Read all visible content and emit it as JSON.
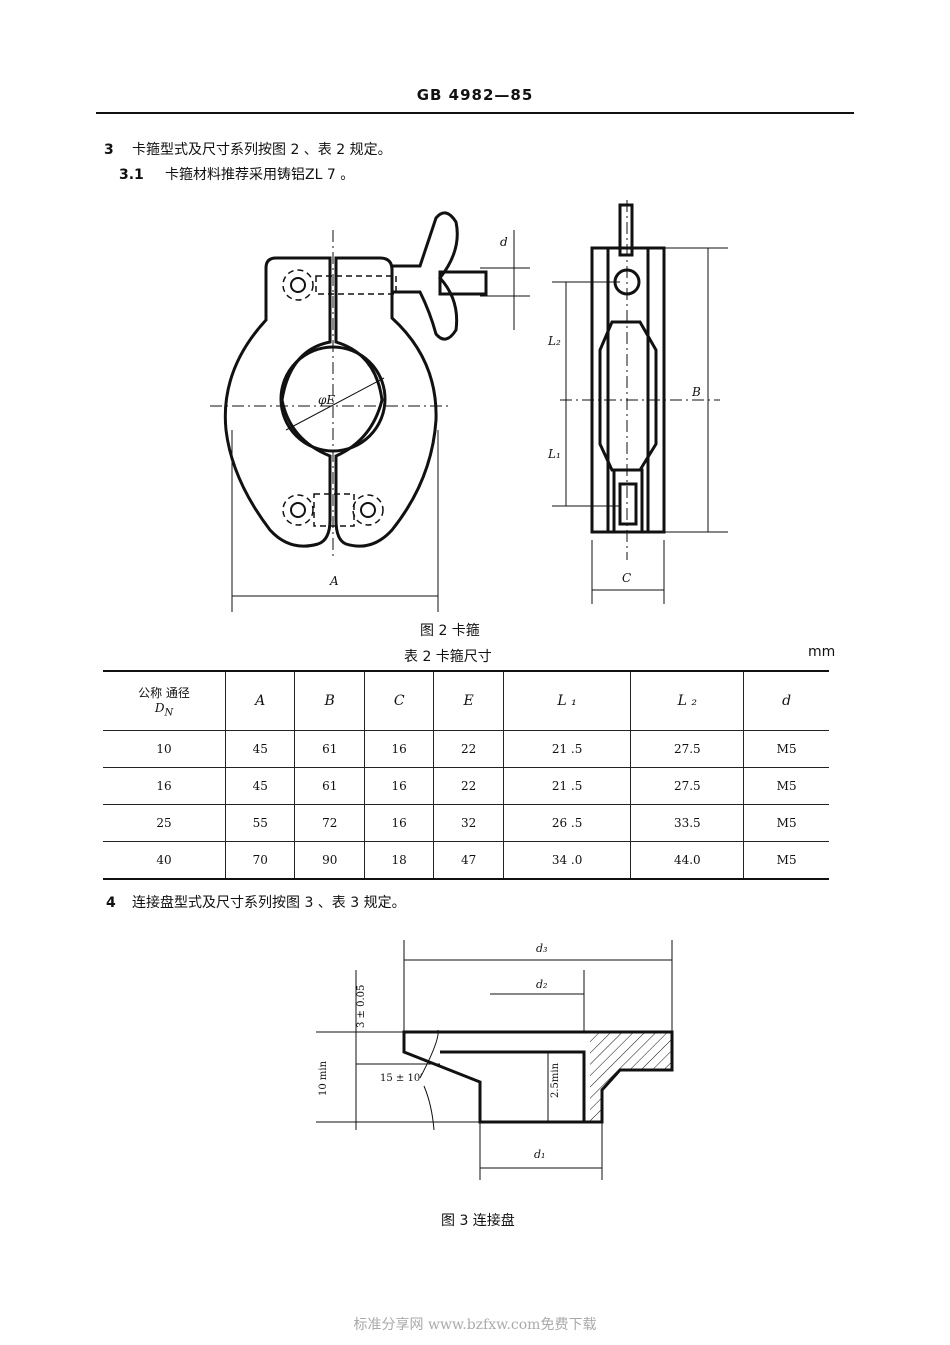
{
  "header": "GB  4982—85",
  "section3": {
    "num": "3",
    "text": "卡箍型式及尺寸系列按图 2 、表 2 规定。"
  },
  "section31": {
    "num": "3.1",
    "text": "卡箍材料推荐采用铸铝ZL 7 。"
  },
  "figure2": {
    "caption": "图 2   卡箍",
    "labels": {
      "phiE": "φE",
      "A": "A",
      "d": "d",
      "L2": "L₂",
      "L1": "L₁",
      "B": "B",
      "C": "C"
    }
  },
  "table2": {
    "title": "表 2    卡箍尺寸",
    "unit": "mm",
    "header_first_line1": "公称 通径",
    "header_first_line2": "D",
    "header_first_sub": "N",
    "headers": [
      "A",
      "B",
      "C",
      "E",
      "L ₁",
      "L ₂",
      "d"
    ],
    "rows": [
      [
        "10",
        "45",
        "61",
        "16",
        "22",
        "21 .5",
        "27.5",
        "M5"
      ],
      [
        "16",
        "45",
        "61",
        "16",
        "22",
        "21 .5",
        "27.5",
        "M5"
      ],
      [
        "25",
        "55",
        "72",
        "16",
        "32",
        "26 .5",
        "33.5",
        "M5"
      ],
      [
        "40",
        "70",
        "90",
        "18",
        "47",
        "34 .0",
        "44.0",
        "M5"
      ]
    ]
  },
  "section4": {
    "num": "4",
    "text": "连接盘型式及尺寸系列按图 3 、表 3 规定。"
  },
  "figure3": {
    "caption": "图 3    连接盘",
    "labels": {
      "d3": "d₃",
      "d2": "d₂",
      "d1": "d₁",
      "tol": "3 ± 0.05",
      "min10": "10 min",
      "angle": "15  ± 10′",
      "min25": "2.5min"
    }
  },
  "watermark": "标准分享网  www.bzfxw.com免费下载"
}
